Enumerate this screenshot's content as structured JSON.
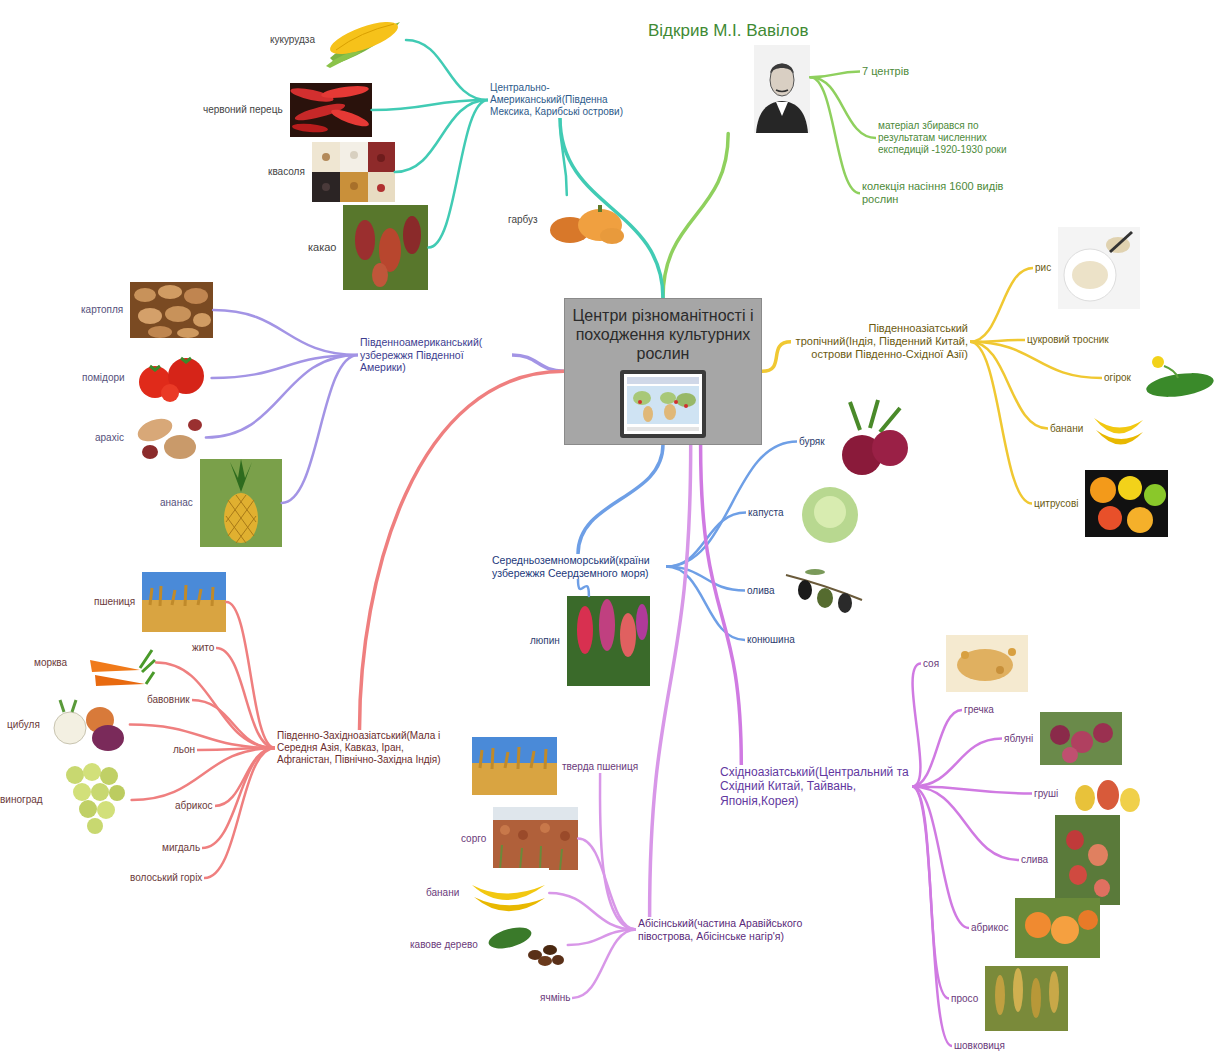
{
  "diagram": {
    "nodes": [
      {
        "text": [
          "Центри різноманітності і походження культурних рослин"
        ]
      },
      {
        "text": [
          "Відкрив М.І. Вавілов"
        ]
      },
      {
        "text": [
          "7 центрів"
        ]
      },
      {
        "text": [
          "матеріал збирався по результатам численних експедицій -1920-1930 роки"
        ]
      },
      {
        "text": [
          "колекція насіння 1600 видів рослин"
        ]
      },
      {
        "text": [
          "Центрально-Американський(Південна Мексика, Карибські острови)"
        ]
      },
      {
        "text": [
          "кукурудза"
        ]
      },
      {
        "text": [
          "червоний перець"
        ]
      },
      {
        "text": [
          "квасоля"
        ]
      },
      {
        "text": [
          "какао"
        ]
      },
      {
        "text": [
          "гарбуз"
        ]
      },
      {
        "text": [
          "Південноамериканський( узбережжя Південної Америки)"
        ]
      },
      {
        "text": [
          "картопля"
        ]
      },
      {
        "text": [
          "помідори"
        ]
      },
      {
        "text": [
          "арахіс"
        ]
      },
      {
        "text": [
          "ананас"
        ]
      },
      {
        "text": [
          "Південно-Західноазіатський(Мала і Середня Азія, Кавказ, Іран, Афганістан, Північно-Західна Індія)"
        ]
      },
      {
        "text": [
          "пшениця"
        ]
      },
      {
        "text": [
          "жито"
        ]
      },
      {
        "text": [
          "морква"
        ]
      },
      {
        "text": [
          "бавовник"
        ]
      },
      {
        "text": [
          "цибуля"
        ]
      },
      {
        "text": [
          "льон"
        ]
      },
      {
        "text": [
          "виноград"
        ]
      },
      {
        "text": [
          "абрикос"
        ]
      },
      {
        "text": [
          "мигдаль"
        ]
      },
      {
        "text": [
          "волоський горіх"
        ]
      },
      {
        "text": [
          "Південноазіатський тропічний(Індія, Південний Китай, острови Південно-Східної Азії)"
        ]
      },
      {
        "text": [
          "рис"
        ]
      },
      {
        "text": [
          "цукровий тросник"
        ]
      },
      {
        "text": [
          "огірок"
        ]
      },
      {
        "text": [
          "банани"
        ]
      },
      {
        "text": [
          "цитрусові"
        ]
      },
      {
        "text": [
          "Середньоземноморський(країни узбережжя Сеердземного моря)"
        ]
      },
      {
        "text": [
          "буряк"
        ]
      },
      {
        "text": [
          "капуста"
        ]
      },
      {
        "text": [
          "олива"
        ]
      },
      {
        "text": [
          "конюшина"
        ]
      },
      {
        "text": [
          "люпин"
        ]
      },
      {
        "text": [
          "Абісінський(частина Аравійського півострова, Абісінське нагір'я)"
        ]
      },
      {
        "text": [
          "тверда пшениця"
        ]
      },
      {
        "text": [
          "сорго"
        ]
      },
      {
        "text": [
          "банани"
        ]
      },
      {
        "text": [
          "кавове дерево"
        ]
      },
      {
        "text": [
          "ячмінь"
        ]
      },
      {
        "text": [
          "Східноазіатський(Центральний та Східний Китай, Тайвань, Японія,Корея)"
        ]
      },
      {
        "text": [
          "соя"
        ]
      },
      {
        "text": [
          "гречка"
        ]
      },
      {
        "text": [
          "яблуні"
        ]
      },
      {
        "text": [
          "груші"
        ]
      },
      {
        "text": [
          "слива"
        ]
      },
      {
        "text": [
          "абрикос"
        ]
      },
      {
        "text": [
          "просо"
        ]
      },
      {
        "text": [
          "шовковиця"
        ]
      }
    ],
    "edges": [
      {
        "from": 0,
        "to": 1,
        "arrow": "none"
      },
      {
        "from": 1,
        "to": 2,
        "arrow": "none"
      },
      {
        "from": 1,
        "to": 3,
        "arrow": "none"
      },
      {
        "from": 1,
        "to": 4,
        "arrow": "none"
      },
      {
        "from": 0,
        "to": 5,
        "arrow": "none"
      },
      {
        "from": 5,
        "to": 6,
        "arrow": "none"
      },
      {
        "from": 5,
        "to": 7,
        "arrow": "none"
      },
      {
        "from": 5,
        "to": 8,
        "arrow": "none"
      },
      {
        "from": 5,
        "to": 9,
        "arrow": "none"
      },
      {
        "from": 5,
        "to": 10,
        "arrow": "none"
      },
      {
        "from": 0,
        "to": 11,
        "arrow": "none"
      },
      {
        "from": 11,
        "to": 12,
        "arrow": "none"
      },
      {
        "from": 11,
        "to": 13,
        "arrow": "none"
      },
      {
        "from": 11,
        "to": 14,
        "arrow": "none"
      },
      {
        "from": 11,
        "to": 15,
        "arrow": "none"
      },
      {
        "from": 0,
        "to": 16,
        "arrow": "none"
      },
      {
        "from": 16,
        "to": 17,
        "arrow": "none"
      },
      {
        "from": 16,
        "to": 18,
        "arrow": "none"
      },
      {
        "from": 16,
        "to": 19,
        "arrow": "none"
      },
      {
        "from": 16,
        "to": 20,
        "arrow": "none"
      },
      {
        "from": 16,
        "to": 21,
        "arrow": "none"
      },
      {
        "from": 16,
        "to": 22,
        "arrow": "none"
      },
      {
        "from": 16,
        "to": 23,
        "arrow": "none"
      },
      {
        "from": 16,
        "to": 24,
        "arrow": "none"
      },
      {
        "from": 16,
        "to": 25,
        "arrow": "none"
      },
      {
        "from": 16,
        "to": 26,
        "arrow": "none"
      },
      {
        "from": 0,
        "to": 27,
        "arrow": "none"
      },
      {
        "from": 27,
        "to": 28,
        "arrow": "none"
      },
      {
        "from": 27,
        "to": 29,
        "arrow": "none"
      },
      {
        "from": 27,
        "to": 30,
        "arrow": "none"
      },
      {
        "from": 27,
        "to": 31,
        "arrow": "none"
      },
      {
        "from": 27,
        "to": 32,
        "arrow": "none"
      },
      {
        "from": 0,
        "to": 33,
        "arrow": "none"
      },
      {
        "from": 33,
        "to": 34,
        "arrow": "none"
      },
      {
        "from": 33,
        "to": 35,
        "arrow": "none"
      },
      {
        "from": 33,
        "to": 36,
        "arrow": "none"
      },
      {
        "from": 33,
        "to": 37,
        "arrow": "none"
      },
      {
        "from": 33,
        "to": 38,
        "arrow": "none"
      },
      {
        "from": 0,
        "to": 39,
        "arrow": "none"
      },
      {
        "from": 39,
        "to": 40,
        "arrow": "none"
      },
      {
        "from": 39,
        "to": 41,
        "arrow": "none"
      },
      {
        "from": 39,
        "to": 42,
        "arrow": "none"
      },
      {
        "from": 39,
        "to": 43,
        "arrow": "none"
      },
      {
        "from": 39,
        "to": 44,
        "arrow": "none"
      },
      {
        "from": 0,
        "to": 45,
        "arrow": "none"
      },
      {
        "from": 45,
        "to": 46,
        "arrow": "none"
      },
      {
        "from": 45,
        "to": 47,
        "arrow": "none"
      },
      {
        "from": 45,
        "to": 48,
        "arrow": "none"
      },
      {
        "from": 45,
        "to": 49,
        "arrow": "none"
      },
      {
        "from": 45,
        "to": 50,
        "arrow": "none"
      },
      {
        "from": 45,
        "to": 51,
        "arrow": "none"
      },
      {
        "from": 45,
        "to": 52,
        "arrow": "none"
      },
      {
        "from": 45,
        "to": 53,
        "arrow": "none"
      }
    ]
  }
}
